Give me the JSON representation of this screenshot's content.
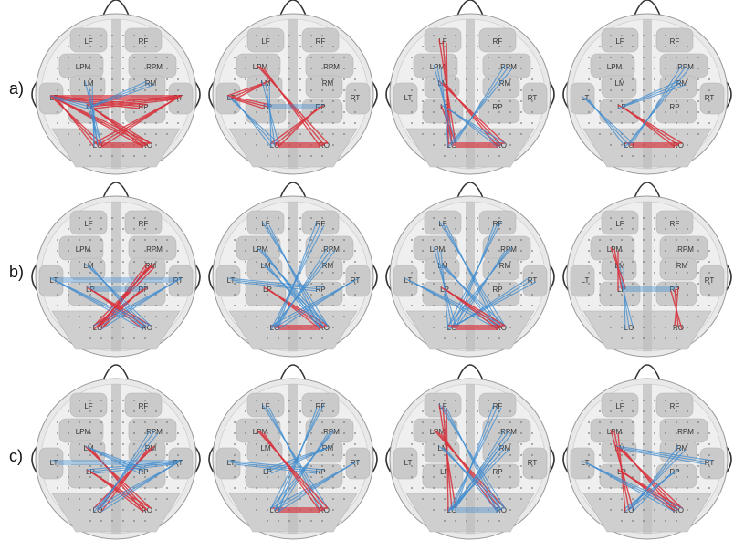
{
  "rows": [
    {
      "label": "a)",
      "panels": [
        {
          "conn": [
            [
              "LT",
              "RT",
              1
            ],
            [
              "LT",
              "RO",
              1
            ],
            [
              "LO",
              "RT",
              1
            ],
            [
              "LP",
              "RO",
              1
            ],
            [
              "LT",
              "LO",
              1
            ],
            [
              "LO",
              "RO",
              1
            ],
            [
              "LP",
              "RT",
              1
            ],
            [
              "LT",
              "RP",
              1
            ],
            [
              "LM",
              "LO",
              0
            ],
            [
              "LP",
              "LO",
              0
            ],
            [
              "LT",
              "LP",
              0
            ],
            [
              "RM",
              "LP",
              0
            ]
          ]
        },
        {
          "conn": [
            [
              "LO",
              "RO",
              1
            ],
            [
              "LT",
              "LM",
              1
            ],
            [
              "LPM",
              "RO",
              1
            ],
            [
              "LT",
              "LP",
              1
            ],
            [
              "LO",
              "RP",
              1
            ],
            [
              "LM",
              "LO",
              0
            ],
            [
              "LP",
              "RP",
              0
            ],
            [
              "LT",
              "LO",
              0
            ]
          ]
        },
        {
          "conn": [
            [
              "LP",
              "LO",
              1
            ],
            [
              "LF",
              "LO",
              1
            ],
            [
              "LO",
              "RO",
              1
            ],
            [
              "LM",
              "RO",
              1
            ],
            [
              "LPM",
              "LO",
              0
            ],
            [
              "LP",
              "RO",
              0
            ],
            [
              "RPM",
              "LO",
              0
            ]
          ]
        },
        {
          "conn": [
            [
              "LO",
              "RO",
              1
            ],
            [
              "LP",
              "RO",
              1
            ],
            [
              "LT",
              "LO",
              0
            ],
            [
              "RM",
              "LP",
              0
            ],
            [
              "RPM",
              "LO",
              0
            ]
          ]
        }
      ]
    },
    {
      "label": "b)",
      "panels": [
        {
          "conn": [
            [
              "LO",
              "RP",
              1
            ],
            [
              "LO",
              "RM",
              1
            ],
            [
              "LP",
              "RO",
              1
            ],
            [
              "LT",
              "RT",
              0
            ],
            [
              "LT",
              "RO",
              0
            ],
            [
              "LO",
              "RT",
              0
            ],
            [
              "RM",
              "LO",
              1
            ],
            [
              "LP",
              "RP",
              0
            ],
            [
              "LM",
              "RO",
              0
            ]
          ]
        },
        {
          "conn": [
            [
              "LO",
              "RO",
              1
            ],
            [
              "LP",
              "RO",
              1
            ],
            [
              "LF",
              "RO",
              0
            ],
            [
              "LPM",
              "RO",
              0
            ],
            [
              "LM",
              "RO",
              0
            ],
            [
              "RPM",
              "LO",
              0
            ],
            [
              "RF",
              "LO",
              0
            ],
            [
              "LT",
              "RP",
              0
            ],
            [
              "LO",
              "RT",
              0
            ]
          ]
        },
        {
          "conn": [
            [
              "LO",
              "RF",
              0
            ],
            [
              "LO",
              "RPM",
              0
            ],
            [
              "LT",
              "RO",
              0
            ],
            [
              "LF",
              "RO",
              0
            ],
            [
              "LPM",
              "LO",
              0
            ],
            [
              "LM",
              "RO",
              0
            ],
            [
              "RT",
              "LO",
              0
            ],
            [
              "LO",
              "RO",
              1
            ],
            [
              "LP",
              "RO",
              1
            ]
          ]
        },
        {
          "conn": [
            [
              "LM",
              "LO",
              0
            ],
            [
              "LP",
              "RP",
              0
            ],
            [
              "RO",
              "RP",
              1
            ],
            [
              "LPM",
              "LP",
              1
            ]
          ]
        }
      ]
    },
    {
      "label": "c)",
      "panels": [
        {
          "conn": [
            [
              "LM",
              "RO",
              1
            ],
            [
              "LP",
              "RO",
              1
            ],
            [
              "LO",
              "RM",
              1
            ],
            [
              "LT",
              "RT",
              0
            ],
            [
              "LO",
              "RT",
              0
            ],
            [
              "LP",
              "RT",
              0
            ],
            [
              "RPM",
              "LO",
              0
            ],
            [
              "LM",
              "RP",
              0
            ]
          ]
        },
        {
          "conn": [
            [
              "LO",
              "RO",
              1
            ],
            [
              "LO",
              "RT",
              0
            ],
            [
              "LO",
              "RPM",
              0
            ],
            [
              "LP",
              "RM",
              0
            ],
            [
              "LT",
              "RP",
              0
            ],
            [
              "LF",
              "RO",
              0
            ],
            [
              "LO",
              "RF",
              0
            ],
            [
              "LPM",
              "RO",
              1
            ]
          ]
        },
        {
          "conn": [
            [
              "LF",
              "LO",
              1
            ],
            [
              "LPM",
              "RO",
              1
            ],
            [
              "RF",
              "LO",
              0
            ],
            [
              "RPM",
              "LO",
              0
            ],
            [
              "LM",
              "RO",
              0
            ],
            [
              "RM",
              "LO",
              0
            ],
            [
              "LO",
              "RO",
              0
            ],
            [
              "LF",
              "RO",
              0
            ]
          ]
        },
        {
          "conn": [
            [
              "LM",
              "RO",
              1
            ],
            [
              "LPM",
              "LO",
              1
            ],
            [
              "LP",
              "RO",
              1
            ],
            [
              "LM",
              "RT",
              0
            ],
            [
              "LO",
              "RP",
              0
            ],
            [
              "RM",
              "LO",
              0
            ],
            [
              "LT",
              "RO",
              0
            ]
          ]
        }
      ]
    }
  ],
  "region_labels": {
    "LF": "LF",
    "RF": "RF",
    "LPM": "LPM",
    "RPM": "RPM",
    "LM": "LM",
    "RM": "RM",
    "LT": "LT",
    "RT": "RT",
    "LP": "LP",
    "RP": "RP",
    "LO": "LO",
    "RO": "RO"
  },
  "colors": {
    "red_line": "#d8323c",
    "blue_line": "#3d8bd0",
    "head_fill": "#e9e9e9",
    "region_fill": "#c8c8c8"
  }
}
